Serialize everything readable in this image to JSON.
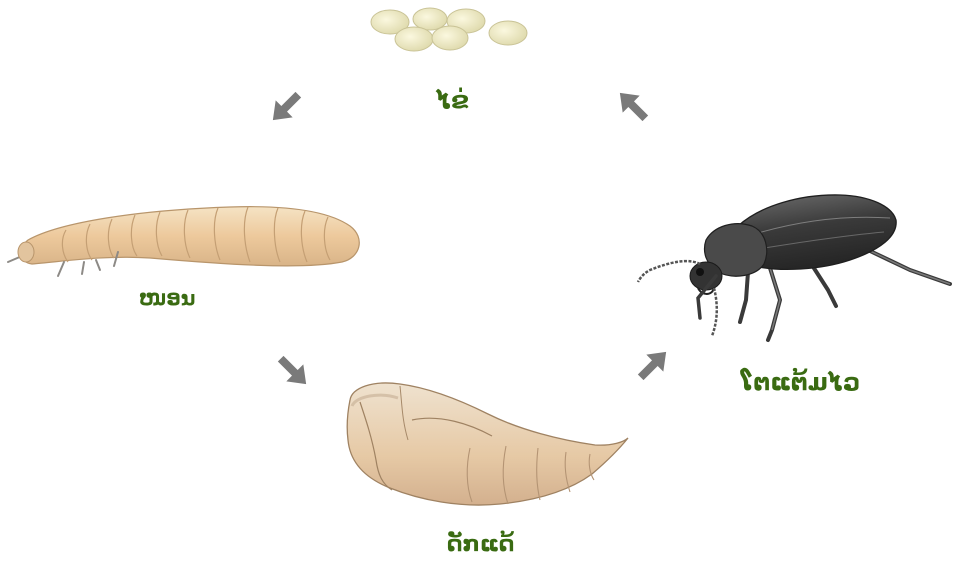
{
  "stages": {
    "egg": {
      "label": "ໄຂ່",
      "icon": "eggs-icon"
    },
    "larva": {
      "label": "ໜອນ",
      "icon": "larva-icon"
    },
    "pupa": {
      "label": "ດັກແດ້",
      "icon": "pupa-icon"
    },
    "adult": {
      "label": "ໂຕແຕ້ມໄວ",
      "icon": "beetle-icon"
    }
  },
  "colors": {
    "label": "#3a6b12",
    "arrow": "#7a7a7a",
    "egg": "#ece8c2",
    "larva": "#efd3aa",
    "pupa": "#e9d2b4",
    "beetle": "#3c3c3c"
  }
}
